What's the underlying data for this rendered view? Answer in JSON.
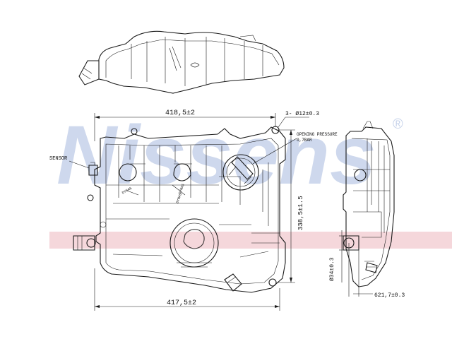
{
  "watermark": {
    "text": "Nissens",
    "registered_mark": "®",
    "color": "#c6d2ea",
    "band_color": "#f2c9cf"
  },
  "dimensions": {
    "top_width": "418,5±2",
    "bottom_width": "417,5±2",
    "height": "338,5±1.5",
    "hole_callout": "3- Ø12±0.3",
    "diameter_outlet": "Ø34±0.3",
    "side_offset": "621,7±0.3"
  },
  "labels": {
    "sensor": "SENSOR",
    "opening_pressure_line1": "OPENING PRESSURE",
    "opening_pressure_line2": "0,7BAR"
  },
  "colors": {
    "line": "#1a1a1a"
  }
}
